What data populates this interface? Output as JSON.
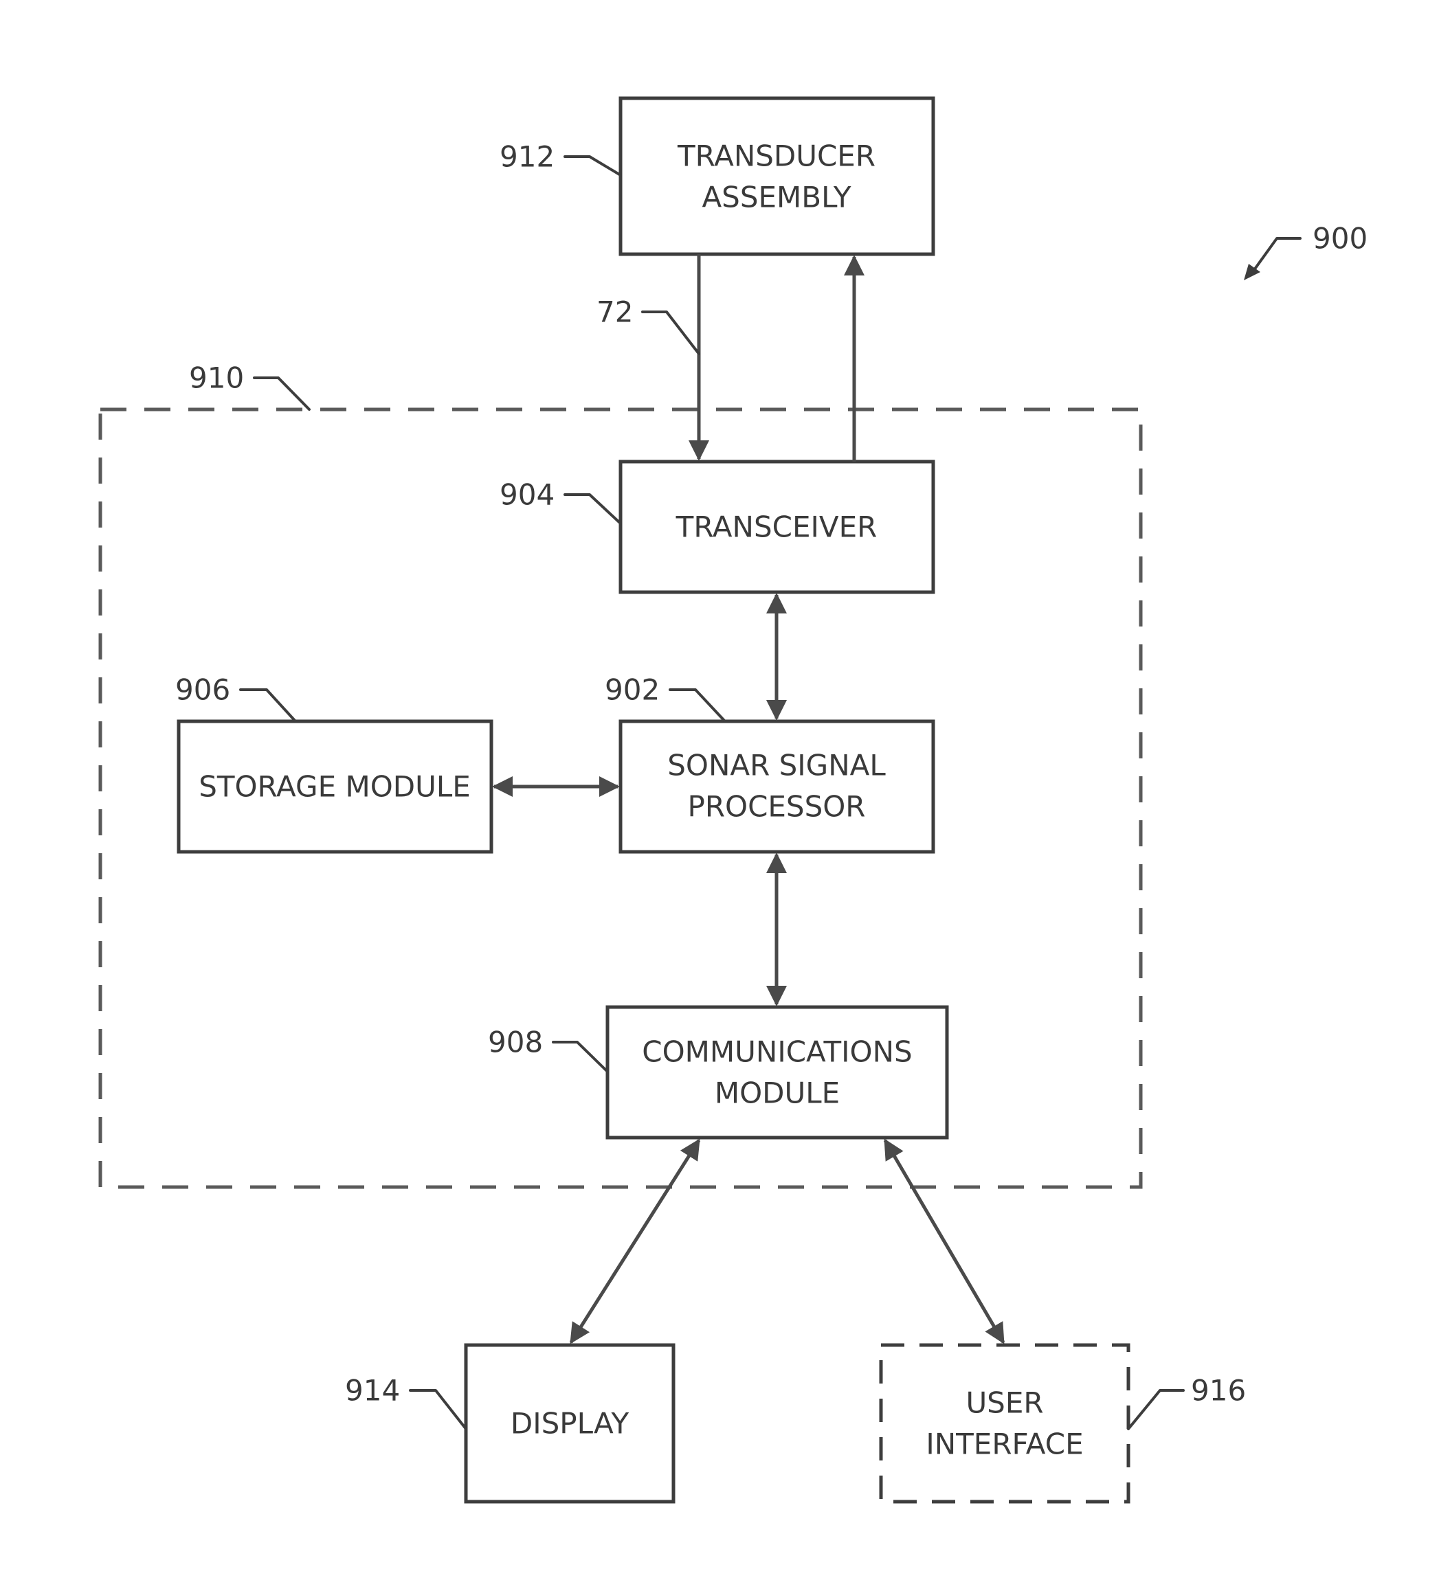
{
  "diagram_ref": "900",
  "system_boundary": {
    "ref": "910"
  },
  "blocks": {
    "transducer_assembly": {
      "ref": "912",
      "line1": "TRANSDUCER",
      "line2": "ASSEMBLY"
    },
    "transceiver": {
      "ref": "904",
      "line1": "TRANSCEIVER"
    },
    "sonar_signal_processor": {
      "ref": "902",
      "line1": "SONAR SIGNAL",
      "line2": "PROCESSOR"
    },
    "storage_module": {
      "ref": "906",
      "line1": "STORAGE MODULE"
    },
    "communications_module": {
      "ref": "908",
      "line1": "COMMUNICATIONS",
      "line2": "MODULE"
    },
    "display": {
      "ref": "914",
      "line1": "DISPLAY"
    },
    "user_interface": {
      "ref": "916",
      "line1": "USER",
      "line2": "INTERFACE"
    }
  },
  "signal_path": {
    "ref": "72"
  }
}
